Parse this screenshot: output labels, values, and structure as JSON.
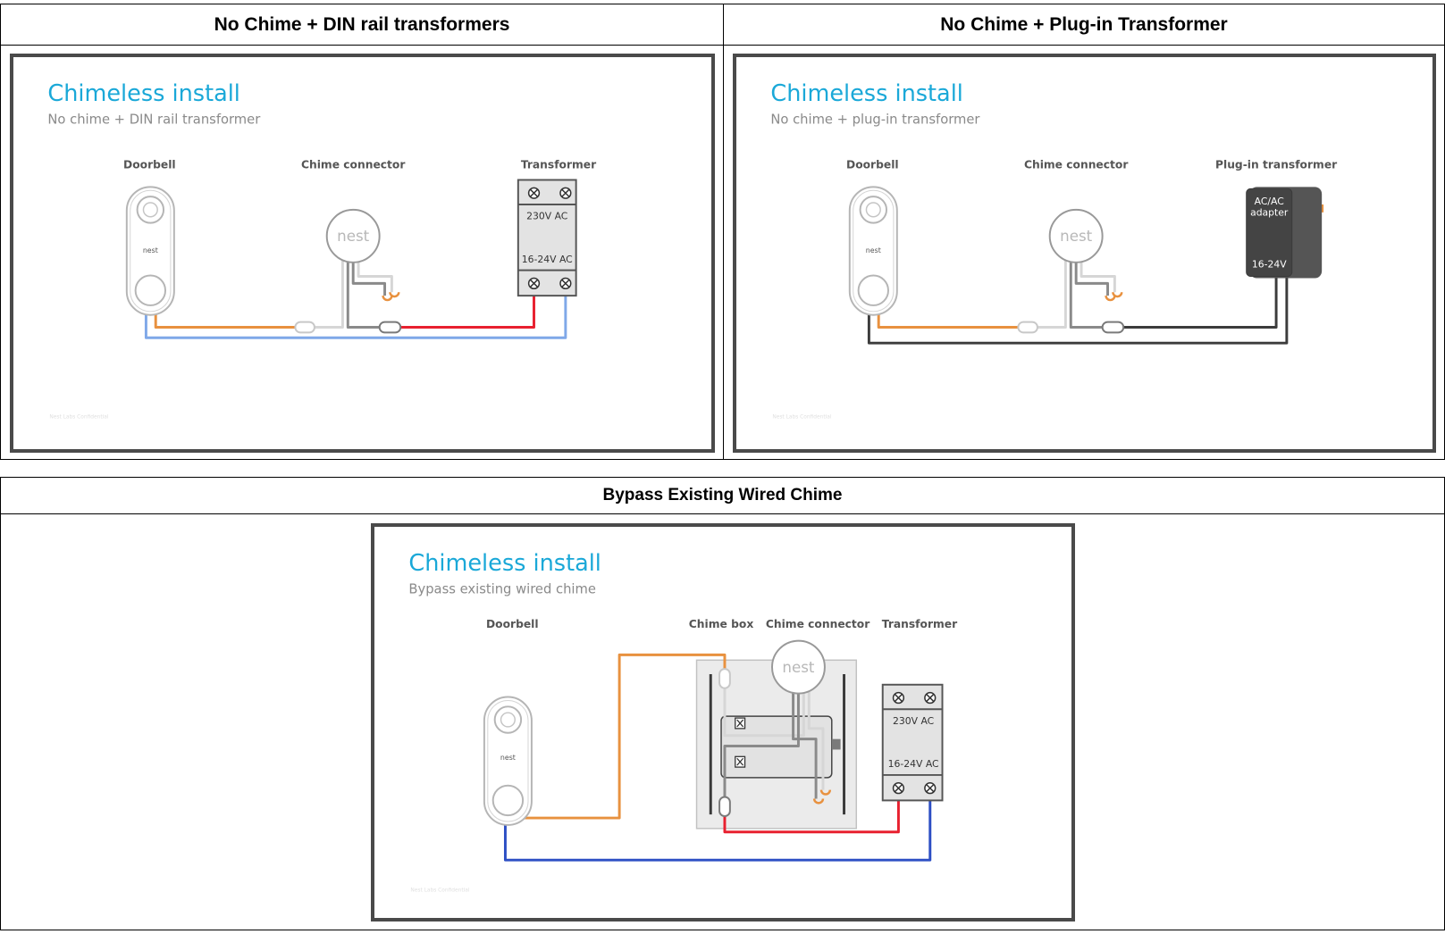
{
  "panels": {
    "din": {
      "header": "No Chime + DIN rail transformers",
      "title": "Chimeless install",
      "subtitle": "No chime + DIN rail transformer",
      "label_doorbell": "Doorbell",
      "label_connector": "Chime connector",
      "label_transformer": "Transformer",
      "transformer_top": "230V AC",
      "transformer_bottom": "16-24V AC",
      "doorbell_brand": "nest",
      "connector_brand": "nest",
      "footer": "Nest Labs Confidential"
    },
    "plugin": {
      "header": "No Chime + Plug-in Transformer",
      "title": "Chimeless install",
      "subtitle": "No chime + plug-in transformer",
      "label_doorbell": "Doorbell",
      "label_connector": "Chime connector",
      "label_transformer": "Plug-in transformer",
      "adapter_line1": "AC/AC",
      "adapter_line2": "adapter",
      "adapter_voltage": "16-24V",
      "doorbell_brand": "nest",
      "connector_brand": "nest",
      "footer": "Nest Labs Confidential"
    },
    "bypass": {
      "header": "Bypass Existing Wired Chime",
      "title": "Chimeless install",
      "subtitle": "Bypass existing wired chime",
      "label_doorbell": "Doorbell",
      "label_chimebox": "Chime box",
      "label_connector": "Chime connector",
      "label_transformer": "Transformer",
      "transformer_top": "230V AC",
      "transformer_bottom": "16-24V AC",
      "doorbell_brand": "nest",
      "connector_brand": "nest",
      "footer": "Nest Labs Confidential"
    }
  },
  "colors": {
    "title": "#1aa8d8",
    "orange_wire": "#e8913f",
    "blue_wire_light": "#7fa8e8",
    "blue_wire_dark": "#2d4fc4",
    "red_wire": "#e8202f",
    "grey_wire": "#8a8a8a",
    "black_wire": "#3c3c3c"
  }
}
